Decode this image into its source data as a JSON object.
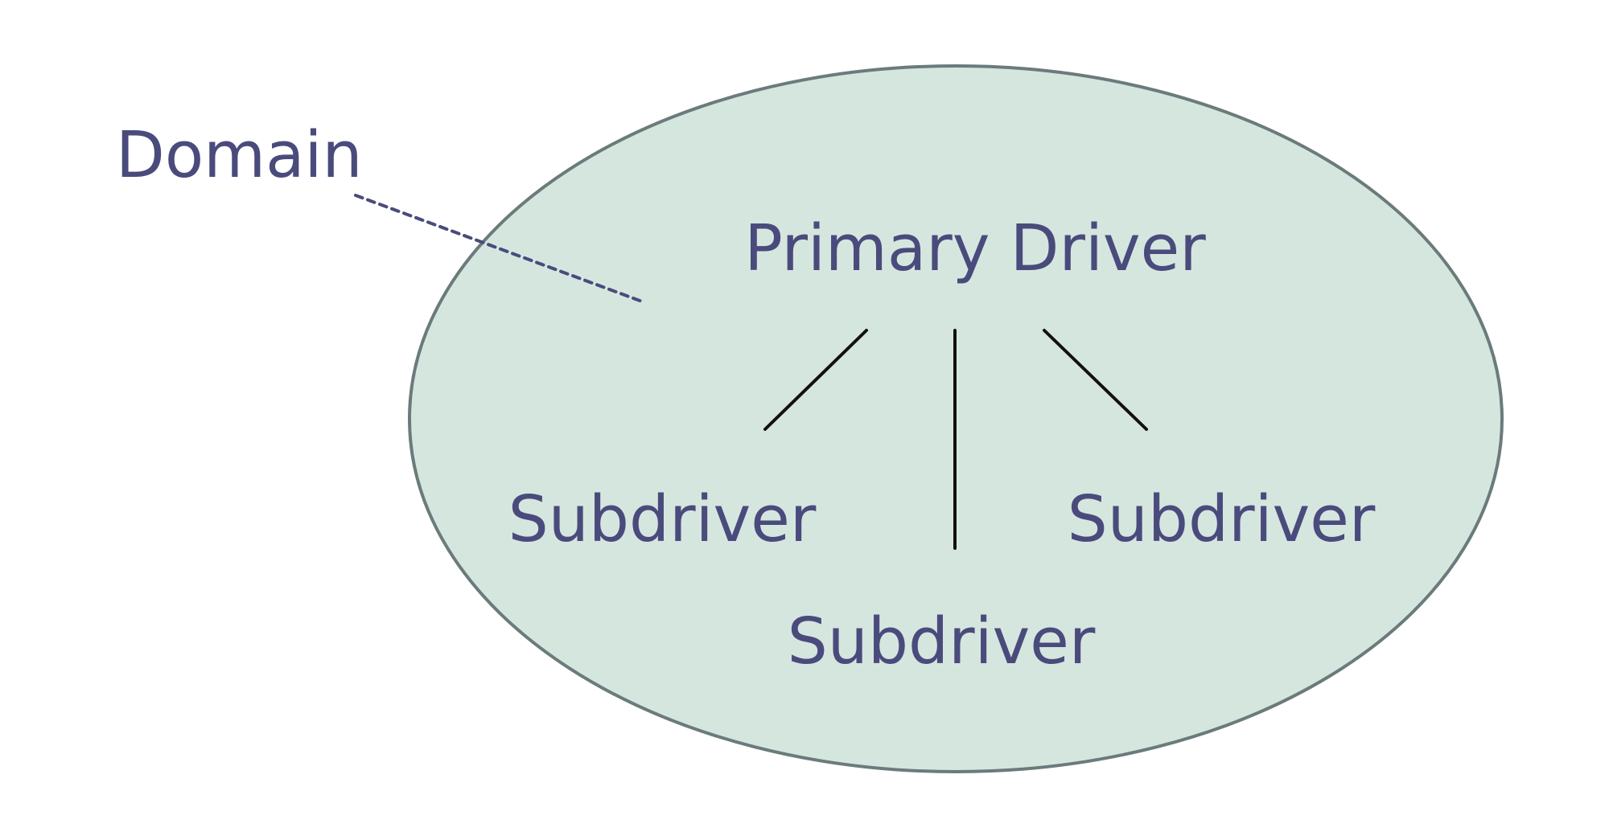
{
  "colors": {
    "background": "#ffffff",
    "domain_fill": "#d5e6df",
    "domain_stroke": "#6b7b7c",
    "text": "#4a4b7c",
    "connector": "#111111",
    "leader_line": "#4a4b7c"
  },
  "diagram": {
    "domain_label": "Domain",
    "primary_label": "Primary Driver",
    "subdrivers": [
      {
        "label": "Subdriver"
      },
      {
        "label": "Subdriver"
      },
      {
        "label": "Subdriver"
      }
    ]
  }
}
